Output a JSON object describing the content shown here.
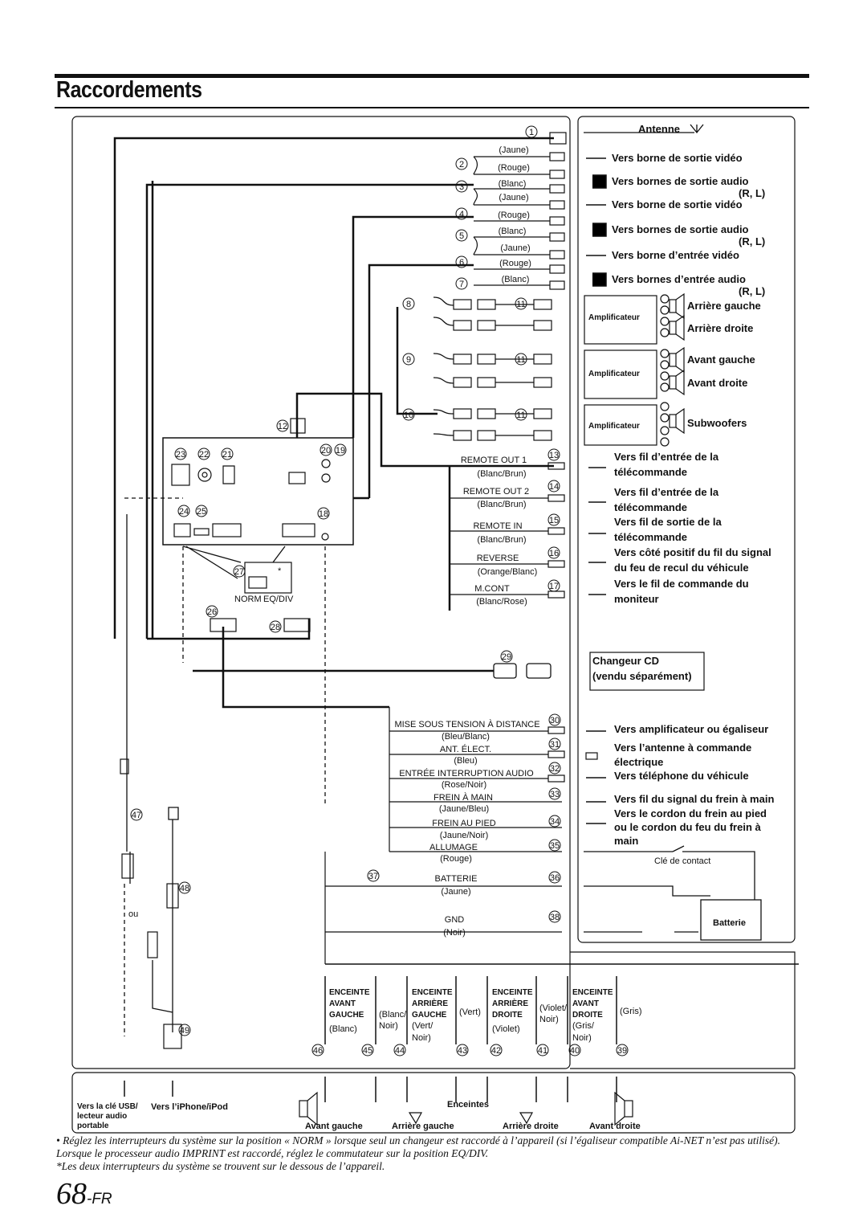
{
  "page": {
    "title": "Raccordements",
    "page_number": "68",
    "page_suffix": "-FR"
  },
  "right_labels": {
    "antenne": "Antenne",
    "video_out_1": "Vers borne de sortie vidéo",
    "audio_out_1": "Vers bornes de sortie audio",
    "rl_1": "(R, L)",
    "video_out_2": "Vers borne de sortie vidéo",
    "audio_out_2": "Vers bornes de sortie audio",
    "rl_2": "(R, L)",
    "video_in": "Vers borne d’entrée vidéo",
    "audio_in": "Vers bornes d’entrée audio",
    "rl_3": "(R, L)",
    "amplificateur": "Amplificateur",
    "arriere_gauche": "Arrière gauche",
    "arriere_droite": "Arrière droite",
    "avant_gauche": "Avant gauche",
    "avant_droite": "Avant droite",
    "subwoofers": "Subwoofers",
    "remote_1a": "Vers fil d’entrée de la",
    "remote_1b": "télécommande",
    "remote_2a": "Vers fil d’entrée de la",
    "remote_2b": "télécommande",
    "remote_3a": "Vers fil de sortie de la",
    "remote_3b": "télécommande",
    "reverse_a": "Vers côté positif du fil du signal",
    "reverse_b": "du feu de recul du véhicule",
    "mcont_a": "Vers le fil de commande du",
    "mcont_b": "moniteur",
    "changeur_a": "Changeur CD",
    "changeur_b": "(vendu séparément)",
    "ampli_eq": "Vers amplificateur ou égaliseur",
    "ant_a": "Vers l’antenne à commande",
    "ant_b": "électrique",
    "tel": "Vers téléphone du véhicule",
    "frein_main": "Vers fil du signal du frein à main",
    "frein_pied_a": "Vers le cordon du frein au pied",
    "frein_pied_b": "ou le cordon du feu du frein à",
    "frein_pied_c": "main",
    "cle_contact": "Clé de contact",
    "batterie": "Batterie"
  },
  "rca_colors": {
    "jaune_1": "(Jaune)",
    "rouge_1": "(Rouge)",
    "blanc_1": "(Blanc)",
    "jaune_2": "(Jaune)",
    "rouge_2": "(Rouge)",
    "blanc_2": "(Blanc)",
    "jaune_3": "(Jaune)",
    "rouge_3": "(Rouge)",
    "blanc_3": "(Blanc)"
  },
  "wires": {
    "remote_out_1": "REMOTE OUT 1",
    "remote_out_1_color": "(Blanc/Brun)",
    "remote_out_2": "REMOTE OUT 2",
    "remote_out_2_color": "(Blanc/Brun)",
    "remote_in": "REMOTE IN",
    "remote_in_color": "(Blanc/Brun)",
    "reverse": "REVERSE",
    "reverse_color": "(Orange/Blanc)",
    "mcont": "M.CONT",
    "mcont_color": "(Blanc/Rose)",
    "mise_sous_tension": "MISE SOUS TENSION À DISTANCE",
    "mise_color": "(Bleu/Blanc)",
    "ant_elect": "ANT. ÉLECT.",
    "ant_color": "(Bleu)",
    "entree_interruption": "ENTRÉE INTERRUPTION AUDIO",
    "entree_color": "(Rose/Noir)",
    "frein_a_main": "FREIN À MAIN",
    "frein_main_color": "(Jaune/Bleu)",
    "frein_au_pied": "FREIN AU PIED",
    "frein_pied_color": "(Jaune/Noir)",
    "allumage": "ALLUMAGE",
    "allumage_color": "(Rouge)",
    "batterie": "BATTERIE",
    "batterie_color": "(Jaune)",
    "gnd": "GND",
    "gnd_color": "(Noir)"
  },
  "switch": {
    "norm": "NORM",
    "eqdiv": "EQ/DIV",
    "asterisk": "*"
  },
  "speaker_wires": {
    "enceinte": "ENCEINTE",
    "avant": "AVANT",
    "gauche": "GAUCHE",
    "arriere": "ARRIÈRE",
    "droite": "DROITE",
    "blanc": "(Blanc)",
    "blanc_noir_1": "(Blanc/",
    "blanc_noir_2": "Noir)",
    "vert": "(Vert)",
    "vert_noir_1": "(Vert/",
    "vert_noir_2": "Noir)",
    "violet": "(Violet)",
    "violet_noir_1": "(Violet/",
    "violet_noir_2": "Noir)",
    "gris": "(Gris)",
    "gris_noir_1": "(Gris/",
    "gris_noir_2": "Noir)"
  },
  "bottom": {
    "usb_a": "Vers la clé USB/",
    "usb_b": "lecteur audio",
    "usb_c": "portable",
    "iphone": "Vers l’iPhone/iPod",
    "ou": "ou",
    "enceintes": "Enceintes",
    "avant_gauche": "Avant gauche",
    "arriere_gauche": "Arrière gauche",
    "arriere_droite": "Arrière droite",
    "avant_droite": "Avant droite"
  },
  "numbers": {
    "n1": "1",
    "n2": "2",
    "n3": "3",
    "n4": "4",
    "n5": "5",
    "n6": "6",
    "n7": "7",
    "n8": "8",
    "n9": "9",
    "n10": "10",
    "n11": "11",
    "n12": "12",
    "n13": "13",
    "n14": "14",
    "n15": "15",
    "n16": "16",
    "n17": "17",
    "n18": "18",
    "n19": "19",
    "n20": "20",
    "n21": "21",
    "n22": "22",
    "n23": "23",
    "n24": "24",
    "n25": "25",
    "n26": "26",
    "n27": "27",
    "n28": "28",
    "n29": "29",
    "n30": "30",
    "n31": "31",
    "n32": "32",
    "n33": "33",
    "n34": "34",
    "n35": "35",
    "n36": "36",
    "n37": "37",
    "n38": "38",
    "n39": "39",
    "n40": "40",
    "n41": "41",
    "n42": "42",
    "n43": "43",
    "n44": "44",
    "n45": "45",
    "n46": "46",
    "n47": "47",
    "n48": "48",
    "n49": "49"
  },
  "notes": {
    "note1": "•  Réglez les interrupteurs du système sur la position « NORM » lorsque seul un changeur est raccordé à l’appareil (si l’égaliseur compatible Ai-NET n’est pas utilisé). Lorsque le processeur audio IMPRINT est raccordé, réglez le commutateur sur la position EQ/DIV.",
    "note2": "*Les deux interrupteurs du système se trouvent sur le dessous de l’appareil."
  }
}
